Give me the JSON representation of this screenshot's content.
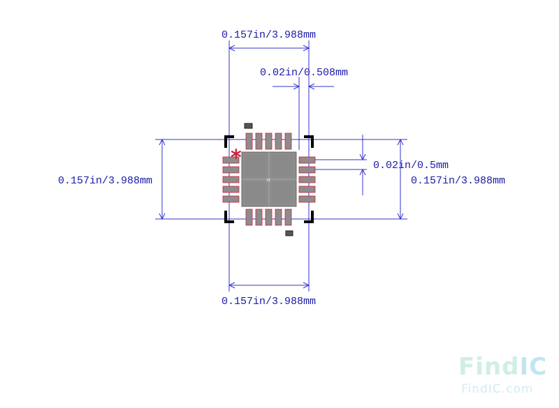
{
  "dimensions": {
    "top_width": "0.157in/3.988mm",
    "pad_width": "0.02in/0.508mm",
    "pitch": "0.02in/0.5mm",
    "left_height": "0.157in/3.988mm",
    "right_height": "0.157in/3.988mm",
    "bottom_width": "0.157in/3.988mm"
  },
  "package": {
    "center_label": "21",
    "pin_count_per_side": 5,
    "pad_color": "#8c8c8c",
    "pad_outline_color": "#d0213b",
    "dimension_color": "#3333cc",
    "pin1_marker": "*"
  },
  "watermark": {
    "brand_find": "Find",
    "brand_ic": "IC",
    "url": "FindIC.com"
  }
}
